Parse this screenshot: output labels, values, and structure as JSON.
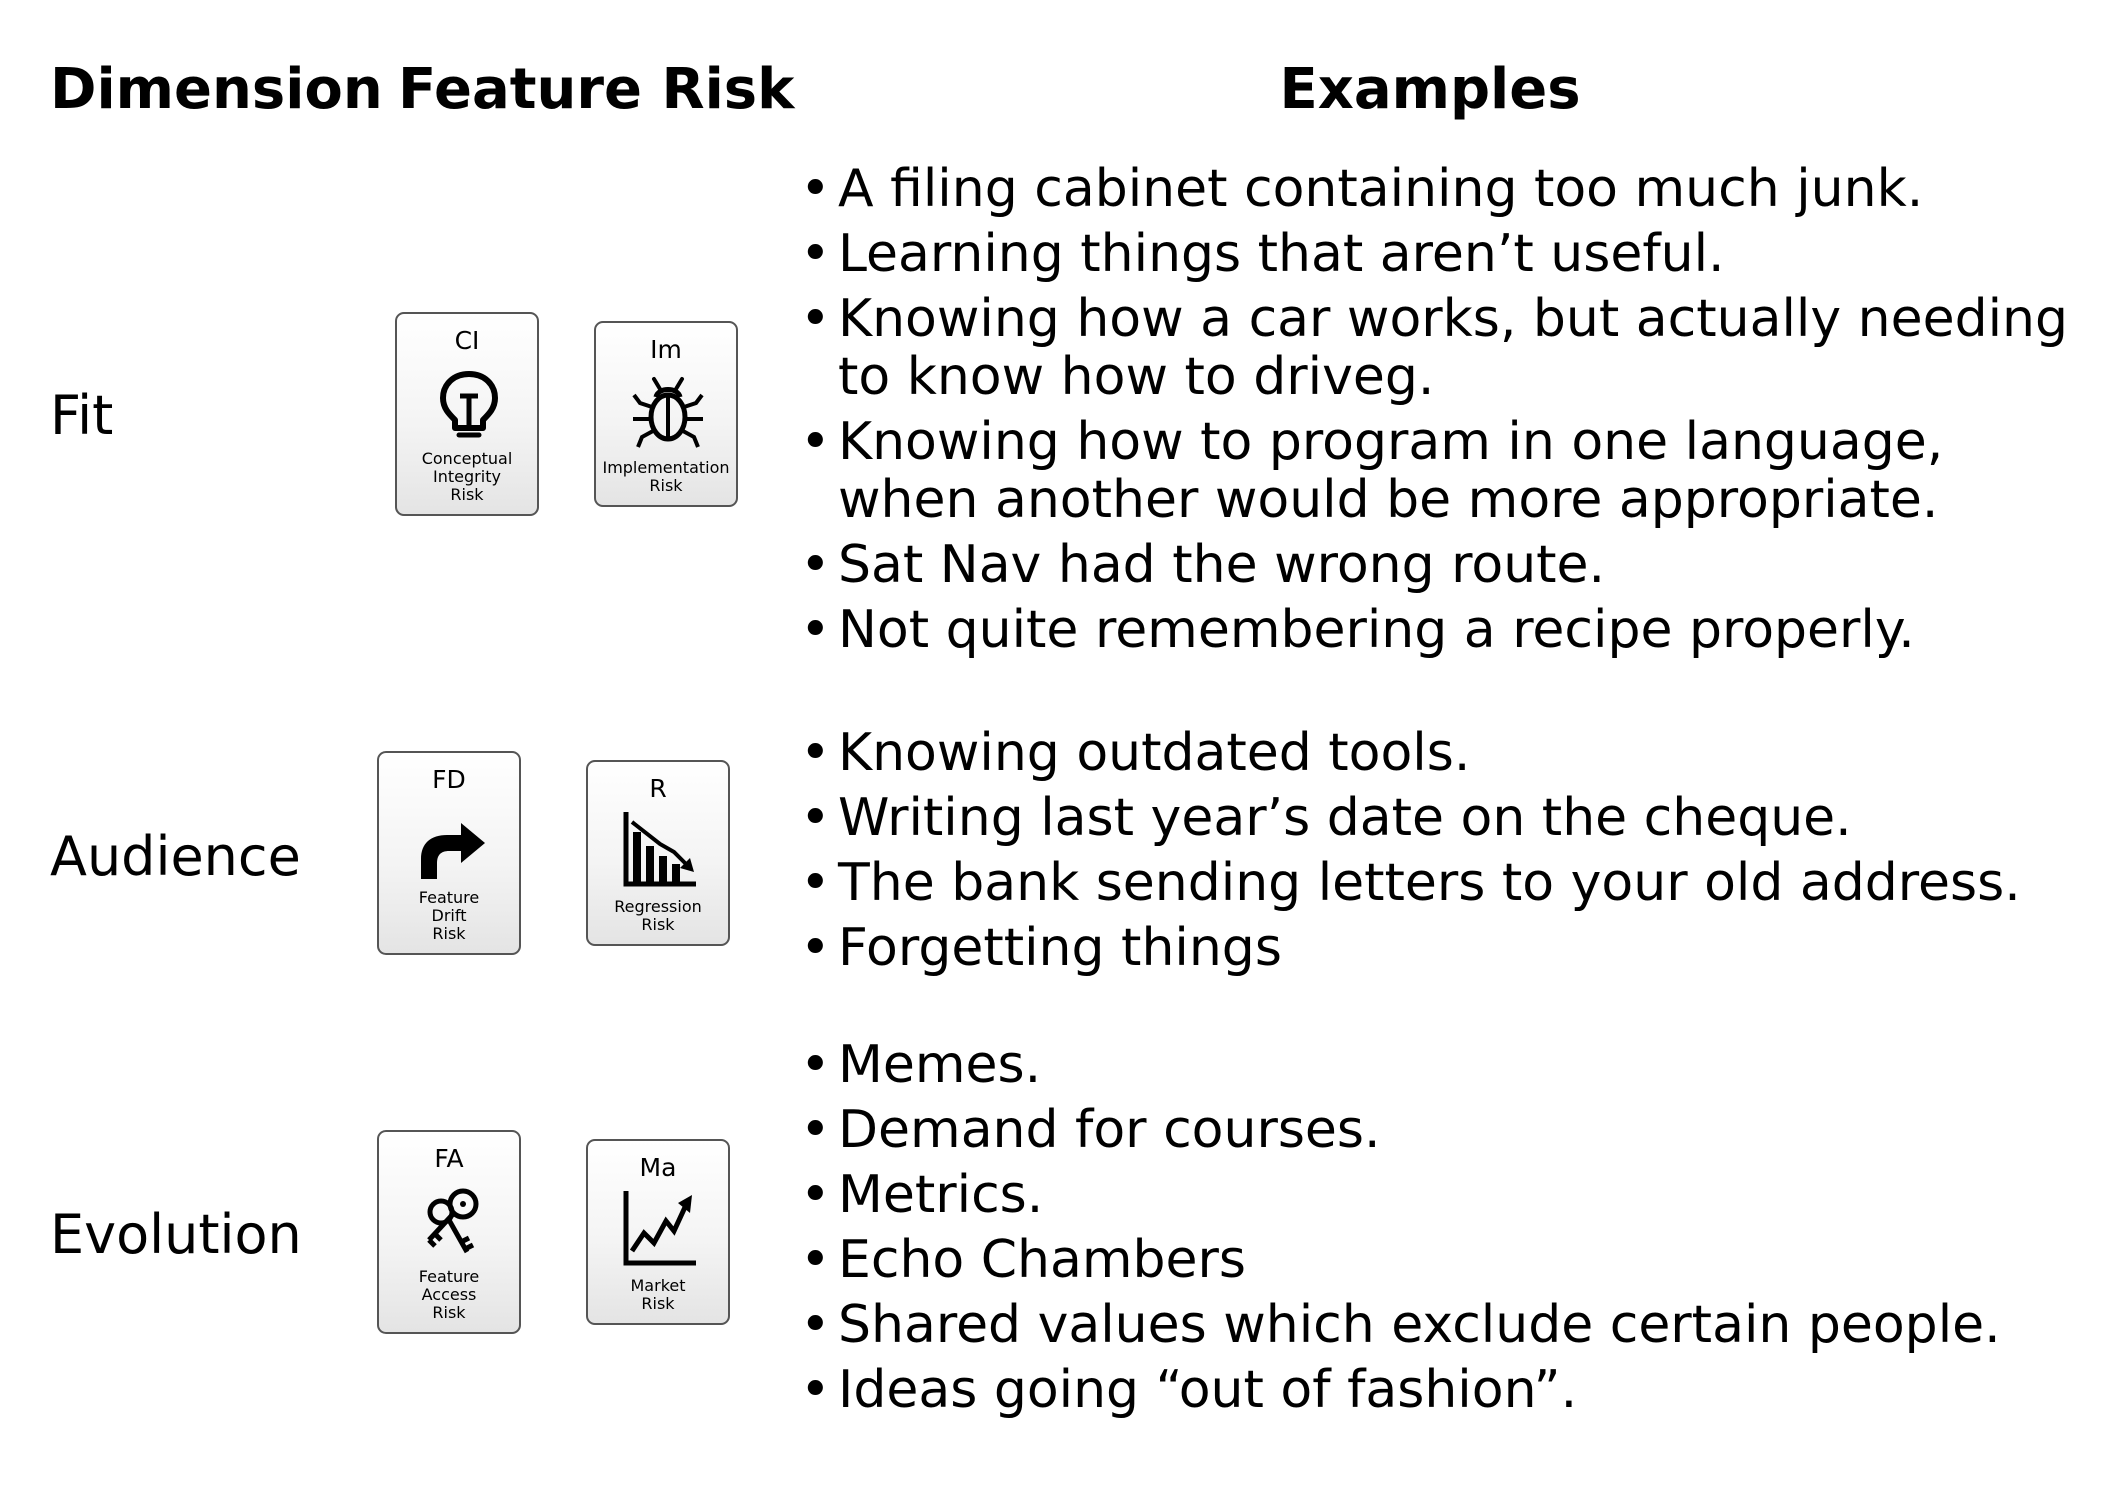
{
  "headers": {
    "dimension": "Dimension",
    "feature_risk": "Feature Risk",
    "examples": "Examples"
  },
  "rows": [
    {
      "dimension": "Fit",
      "cards": [
        {
          "code": "CI",
          "caption": [
            "Conceptual",
            "Integrity",
            "Risk"
          ],
          "icon": "lightbulb-icon"
        },
        {
          "code": "Im",
          "caption": [
            "Implementation",
            "Risk"
          ],
          "icon": "bug-icon"
        }
      ],
      "examples": [
        "A filing cabinet containing too much junk.",
        "Learning things that aren’t useful.",
        "Knowing how a car works, but actually needing to know how to driveg.",
        "Knowing how to program in one language, when another would be more appropriate.",
        "Sat Nav had the wrong route.",
        "Not quite remembering a recipe properly."
      ]
    },
    {
      "dimension": "Audience",
      "cards": [
        {
          "code": "FD",
          "caption": [
            "Feature",
            "Drift",
            "Risk"
          ],
          "icon": "turn-arrow-icon"
        },
        {
          "code": "R",
          "caption": [
            "Regression",
            "Risk"
          ],
          "icon": "declining-bar-chart-icon"
        }
      ],
      "examples": [
        "Knowing outdated tools.",
        "Writing last year’s date on the cheque.",
        "The bank sending letters to your old address.",
        "Forgetting things"
      ]
    },
    {
      "dimension": "Evolution",
      "cards": [
        {
          "code": "FA",
          "caption": [
            "Feature",
            "Access",
            "Risk"
          ],
          "icon": "keys-icon"
        },
        {
          "code": "Ma",
          "caption": [
            "Market",
            "Risk"
          ],
          "icon": "rising-chart-icon"
        }
      ],
      "examples": [
        "Memes.",
        "Demand for courses.",
        "Metrics.",
        "Echo Chambers",
        "Shared values which exclude certain people.",
        "Ideas going “out of fashion”."
      ]
    }
  ]
}
